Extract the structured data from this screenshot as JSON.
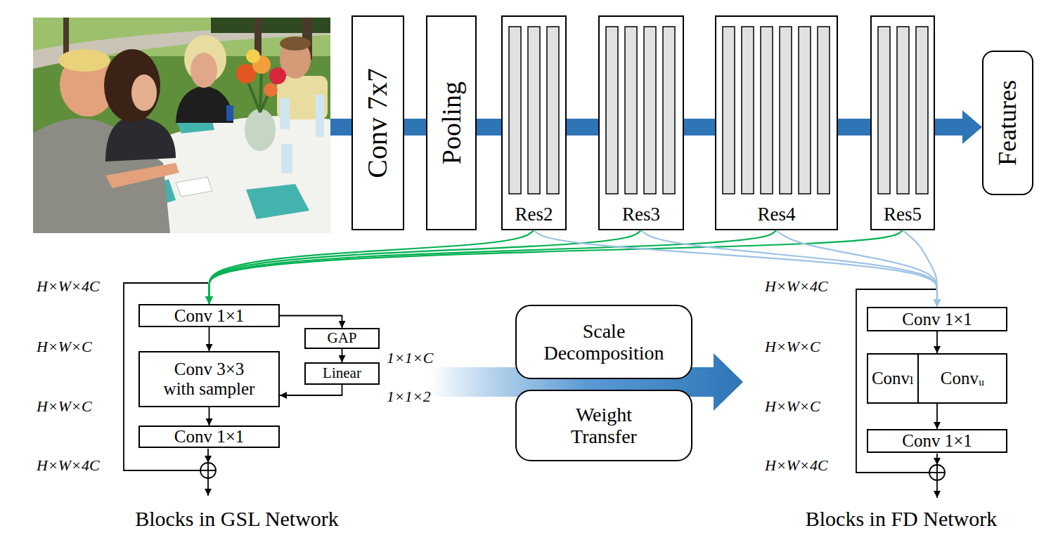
{
  "diagram": {
    "nodes": [
      {
        "text": [
          "Conv 7x7"
        ]
      },
      {
        "text": [
          "Pooling"
        ]
      },
      {
        "text": [
          "Res2"
        ]
      },
      {
        "text": [
          "Res3"
        ]
      },
      {
        "text": [
          "Res4"
        ]
      },
      {
        "text": [
          "Res5"
        ]
      },
      {
        "text": [
          "Features"
        ]
      },
      {
        "text": [
          "Conv 1×1"
        ]
      },
      {
        "text": [
          "GAP"
        ]
      },
      {
        "text": [
          "Linear"
        ]
      },
      {
        "text": [
          "Conv 3×3 with sampler"
        ]
      },
      {
        "text": [
          "Conv 1×1"
        ]
      },
      {
        "text": [
          "Scale Decomposition"
        ]
      },
      {
        "text": [
          "Weight Transfer"
        ]
      },
      {
        "text": [
          "Conv 1×1"
        ]
      },
      {
        "text": [
          "Convₗ"
        ]
      },
      {
        "text": [
          "Convᵤ"
        ]
      },
      {
        "text": [
          "Conv 1×1"
        ]
      }
    ],
    "edges": [
      {
        "from": 0,
        "to": 1,
        "arrow": "none"
      },
      {
        "from": 1,
        "to": 2,
        "arrow": "none"
      },
      {
        "from": 2,
        "to": 3,
        "arrow": "none"
      },
      {
        "from": 3,
        "to": 4,
        "arrow": "none"
      },
      {
        "from": 4,
        "to": 5,
        "arrow": "none"
      },
      {
        "from": 5,
        "to": 6,
        "arrow": "to"
      },
      {
        "from": 2,
        "to": 7,
        "arrow": "to"
      },
      {
        "from": 3,
        "to": 7,
        "arrow": "to"
      },
      {
        "from": 4,
        "to": 7,
        "arrow": "to"
      },
      {
        "from": 5,
        "to": 7,
        "arrow": "to"
      },
      {
        "from": 2,
        "to": 14,
        "arrow": "to"
      },
      {
        "from": 3,
        "to": 14,
        "arrow": "to"
      },
      {
        "from": 4,
        "to": 14,
        "arrow": "to"
      },
      {
        "from": 5,
        "to": 14,
        "arrow": "to"
      },
      {
        "from": 7,
        "to": 10,
        "arrow": "to"
      },
      {
        "from": 7,
        "to": 8,
        "arrow": "to"
      },
      {
        "from": 8,
        "to": 9,
        "arrow": "to"
      },
      {
        "from": 9,
        "to": 10,
        "arrow": "to"
      },
      {
        "from": 10,
        "to": 11,
        "arrow": "to"
      },
      {
        "from": 14,
        "to": 16,
        "arrow": "to"
      },
      {
        "from": 16,
        "to": 17,
        "arrow": "to"
      }
    ],
    "labels": [
      "H×W×4C",
      "H×W×C",
      "H×W×C",
      "H×W×4C",
      "1×1×C",
      "1×1×2",
      "Blocks in GSL Network",
      "H×W×4C",
      "H×W×C",
      "H×W×C",
      "H×W×4C",
      "Blocks in FD Network"
    ]
  }
}
